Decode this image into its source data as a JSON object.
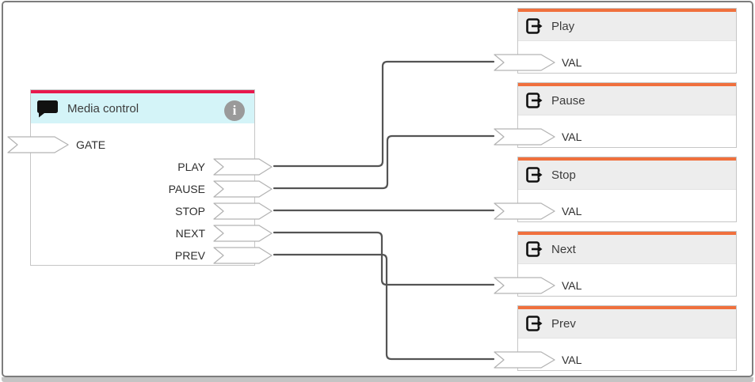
{
  "colors": {
    "main_accent": "#e8194d",
    "main_header_bg": "#d4f4f8",
    "output_accent": "#f0703d",
    "output_header_bg": "#ededed",
    "wire": "#545454",
    "port_border": "#b3b3b3",
    "node_border": "#c6c6c6"
  },
  "media_node": {
    "title": "Media control",
    "header_icon": "comment-icon",
    "info_badge": "i",
    "input_port": "GATE",
    "output_ports": [
      "PLAY",
      "PAUSE",
      "STOP",
      "NEXT",
      "PREV"
    ]
  },
  "output_nodes": [
    {
      "title": "Play",
      "input_port": "VAL"
    },
    {
      "title": "Pause",
      "input_port": "VAL"
    },
    {
      "title": "Stop",
      "input_port": "VAL"
    },
    {
      "title": "Next",
      "input_port": "VAL"
    },
    {
      "title": "Prev",
      "input_port": "VAL"
    }
  ],
  "connections": [
    {
      "from": "Media control.PLAY",
      "to": "Play.VAL"
    },
    {
      "from": "Media control.PAUSE",
      "to": "Pause.VAL"
    },
    {
      "from": "Media control.STOP",
      "to": "Stop.VAL"
    },
    {
      "from": "Media control.NEXT",
      "to": "Next.VAL"
    },
    {
      "from": "Media control.PREV",
      "to": "Prev.VAL"
    }
  ]
}
